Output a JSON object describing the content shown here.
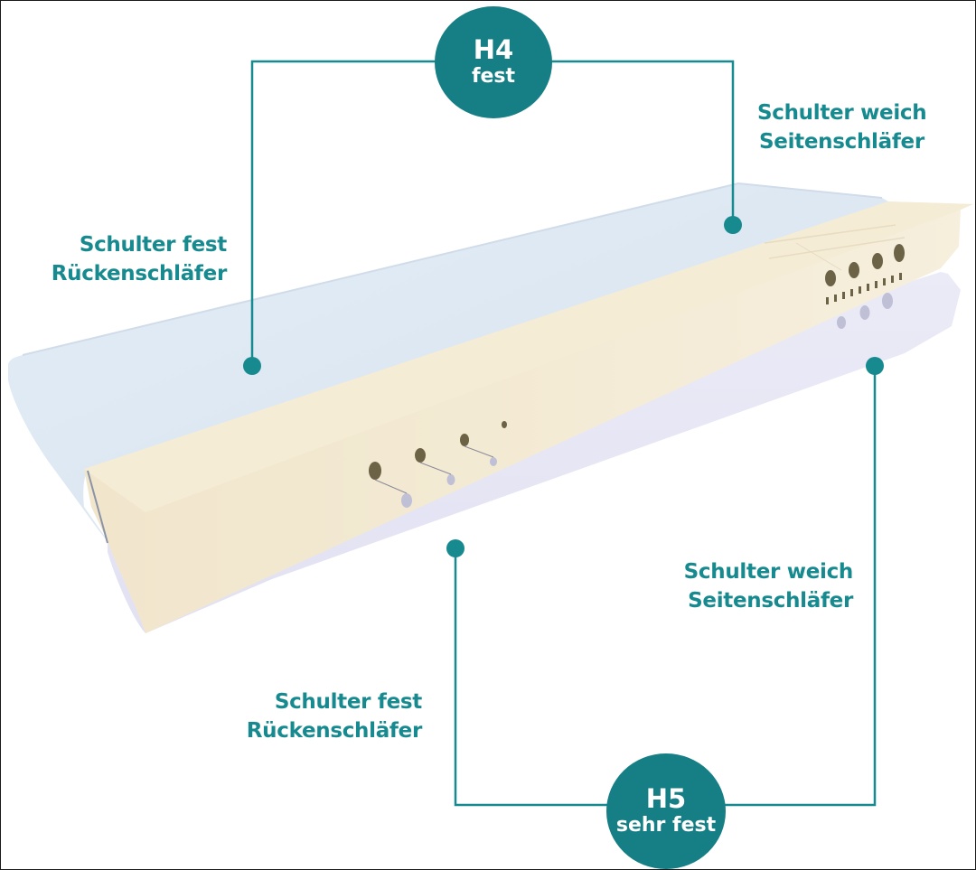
{
  "colors": {
    "accent": "#167f85",
    "label_text": "#178a8f",
    "mattress_top": "#dde8f2",
    "core_foam": "#f3ead3",
    "base_foam": "#e6e6f4",
    "background": "#ffffff"
  },
  "badges": {
    "top": {
      "grade": "H4",
      "description": "fest"
    },
    "bottom": {
      "grade": "H5",
      "description": "sehr fest"
    }
  },
  "callouts": {
    "top_left": {
      "line1": "Schulter fest",
      "line2": "Rückenschläfer"
    },
    "top_right": {
      "line1": "Schulter weich",
      "line2": "Seitenschläfer"
    },
    "bottom_left": {
      "line1": "Schulter fest",
      "line2": "Rückenschläfer"
    },
    "bottom_right": {
      "line1": "Schulter weich",
      "line2": "Seitenschläfer"
    }
  }
}
